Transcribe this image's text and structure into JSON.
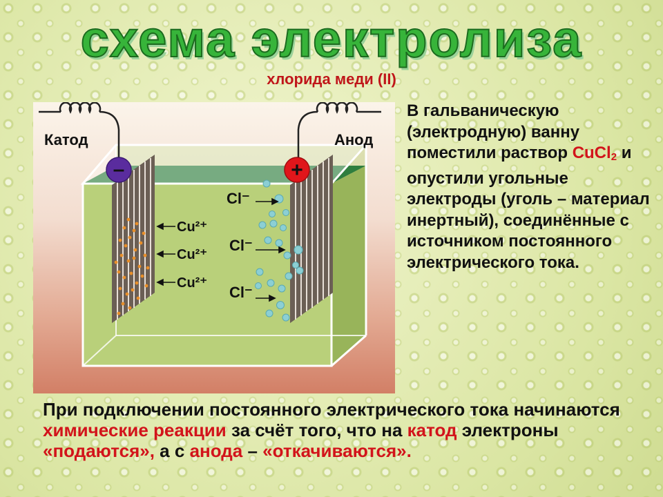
{
  "title": "схема электролиза",
  "subtitle": "хлорида меди (II)",
  "diagram": {
    "cathode_label": "Катод",
    "anode_label": "Анод",
    "minus_sign": "–",
    "plus_sign": "+",
    "cation_labels": [
      "Cu²⁺",
      "Cu²⁺",
      "Cu²⁺"
    ],
    "anion_labels": [
      "Cl⁻",
      "Cl⁻",
      "Cl⁻"
    ],
    "colors": {
      "solution": "#b9d07a",
      "surface": "#2f7e3e",
      "minus": "#5a2c9e",
      "plus": "#e0161b",
      "copper": "#e88f2a",
      "bubble": "#8ccfd4"
    }
  },
  "side_text": {
    "p1": "В гальваническую (электродную) ванну поместили раствор",
    "formula_main": "CuCl",
    "formula_sub": "2",
    "p2": "и опустили угольные электроды (уголь – материал инертный), соединённые с источником постоянного электрического тока."
  },
  "bottom_text": {
    "s1": "При подключении постоянного электрического тока начинаются",
    "h1": "химические реакции",
    "s2": "за счёт того, что на",
    "h2": "катод",
    "s3": "электроны",
    "h3": "«подаются»,",
    "s4": "а с",
    "h4": "анода",
    "s5": "–",
    "h5": "«откачиваются»."
  }
}
